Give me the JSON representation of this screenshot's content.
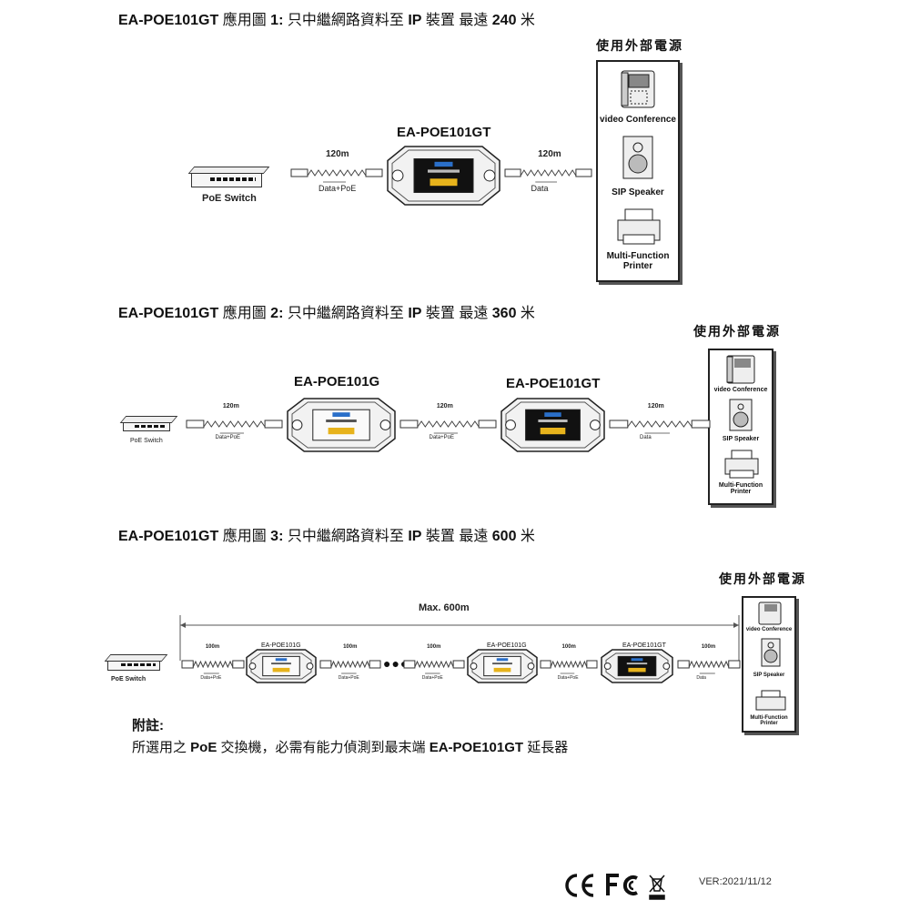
{
  "app1": {
    "title_model": "EA-POE101GT",
    "title_cn": " 應用圖 ",
    "title_num": "1:",
    "title_desc": "只中繼網路資料至 ",
    "title_ip": "IP",
    "title_desc2": " 裝置  最遠 ",
    "title_dist": "240",
    "title_unit": " 米",
    "power": "使用外部電源",
    "switch": "PoE Switch",
    "extender": "EA-POE101GT",
    "cables": [
      {
        "length": "120m",
        "label": "Data+PoE"
      },
      {
        "length": "120m",
        "label": "Data"
      }
    ]
  },
  "app2": {
    "title_model": "EA-POE101GT",
    "title_cn": " 應用圖 ",
    "title_num": "2:",
    "title_desc": "只中繼網路資料至 ",
    "title_ip": "IP",
    "title_desc2": " 裝置  最遠 ",
    "title_dist": "360",
    "title_unit": " 米",
    "power": "使用外部電源",
    "switch": "PoE Switch",
    "extenders": [
      "EA-POE101G",
      "EA-POE101GT"
    ],
    "cables": [
      {
        "length": "120m",
        "label": "Data+PoE"
      },
      {
        "length": "120m",
        "label": "Data+PoE"
      },
      {
        "length": "120m",
        "label": "Data"
      }
    ]
  },
  "app3": {
    "title_model": "EA-POE101GT",
    "title_cn": " 應用圖 ",
    "title_num": "3:",
    "title_desc": "只中繼網路資料至 ",
    "title_ip": "IP",
    "title_desc2": " 裝置  最遠 ",
    "title_dist": "600",
    "title_unit": " 米",
    "power": "使用外部電源",
    "switch": "PoE Switch",
    "max": "Max. 600m",
    "extenders": [
      "EA-POE101G",
      "EA-POE101G",
      "EA-POE101GT"
    ],
    "cables": [
      {
        "length": "100m",
        "label": "Data+PoE"
      },
      {
        "length": "100m",
        "label": "Data+PoE"
      },
      {
        "length": "100m",
        "label": "Data+PoE"
      },
      {
        "length": "100m",
        "label": "Data+PoE"
      },
      {
        "length": "100m",
        "label": "Data"
      }
    ]
  },
  "devices": {
    "video": "video Conference",
    "speaker": "SIP Speaker",
    "printer": "Multi-Function Printer"
  },
  "note": {
    "heading": "附註:",
    "pre": "所選用之 ",
    "poe": "PoE",
    "mid": " 交換機，必需有能力偵測到最末端 ",
    "model": "EA-POE101GT",
    "post": " 延長器"
  },
  "footer": {
    "version": "VER:2021/11/12",
    "logos": [
      "CE",
      "FC",
      "WEEE"
    ]
  }
}
